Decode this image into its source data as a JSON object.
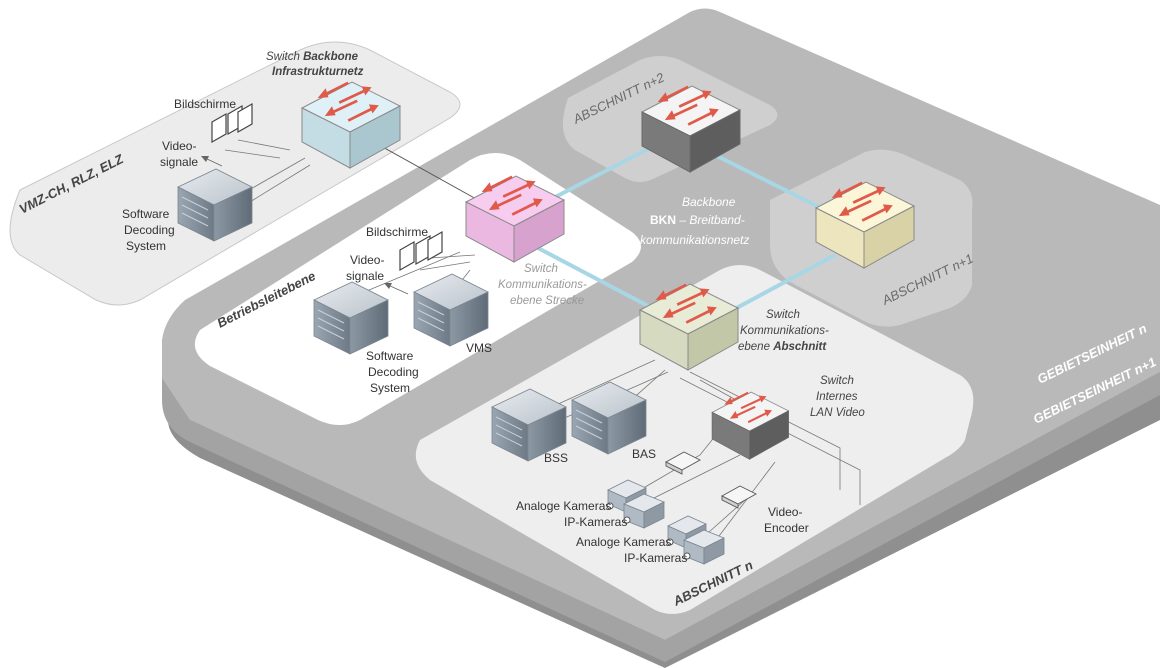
{
  "colors": {
    "region_fill": "#b9b9b9",
    "region_back_fill": "#8f8f8f",
    "panel_light": "#eeeeee",
    "panel_white": "#ffffff",
    "backbone_link": "#a7d6e4",
    "arrow_red": "#e05a4a",
    "switch_backbone": "#dff1f6",
    "switch_strecke": "#f6cdef",
    "switch_abschnitt": "#e8ebd6",
    "switch_abschnitt_n1": "#fbf6d8",
    "switch_grey": "#f2f2f2"
  },
  "regions": {
    "gebiet_n": "GEBIETSEINHEIT n",
    "gebiet_n1": "GEBIETSEINHEIT n+1"
  },
  "areas": {
    "vmz": {
      "title": "VMZ-CH, RLZ, ELZ",
      "switch_caption_1": "Switch",
      "switch_caption_1_bold": "Backbone",
      "switch_caption_2": "Infrastrukturnetz",
      "monitors_label": "Bildschirme",
      "video_label_1": "Video-",
      "video_label_2": "signale",
      "server_label_1": "Software",
      "server_label_2": "Decoding",
      "server_label_3": "System"
    },
    "betrieb": {
      "title": "Betriebsleitebene",
      "monitors_label": "Bildschirme",
      "video_label_1": "Video-",
      "video_label_2": "signale",
      "sds_label_1": "Software",
      "sds_label_2": "Decoding",
      "sds_label_3": "System",
      "vms_label": "VMS",
      "switch_caption_1": "Switch",
      "switch_caption_2": "Kommunikations-",
      "switch_caption_3": "ebene Strecke"
    },
    "backbone": {
      "line_1": "Backbone",
      "line_2_bold": "BKN",
      "line_2_rest": " – Breitband-",
      "line_3": "kommunikationsnetz"
    },
    "abschnitt_n2": {
      "title": "ABSCHNITT n+2"
    },
    "abschnitt_n1": {
      "title": "ABSCHNITT n+1"
    },
    "abschnitt_n": {
      "title": "ABSCHNITT n",
      "switch_caption_1": "Switch",
      "switch_caption_2": "Kommunikations-",
      "switch_caption_3": "ebene",
      "switch_caption_3_bold": "Abschnitt",
      "lan_caption_1": "Switch",
      "lan_caption_2": "Internes",
      "lan_caption_3": "LAN Video",
      "bss_label": "BSS",
      "bas_label": "BAS",
      "cams_a_1": "Analoge Kameras",
      "cams_a_2": "IP-Kameras",
      "cams_b_1": "Analoge Kameras",
      "cams_b_2": "IP-Kameras",
      "encoder_1": "Video-",
      "encoder_2": "Encoder"
    }
  }
}
